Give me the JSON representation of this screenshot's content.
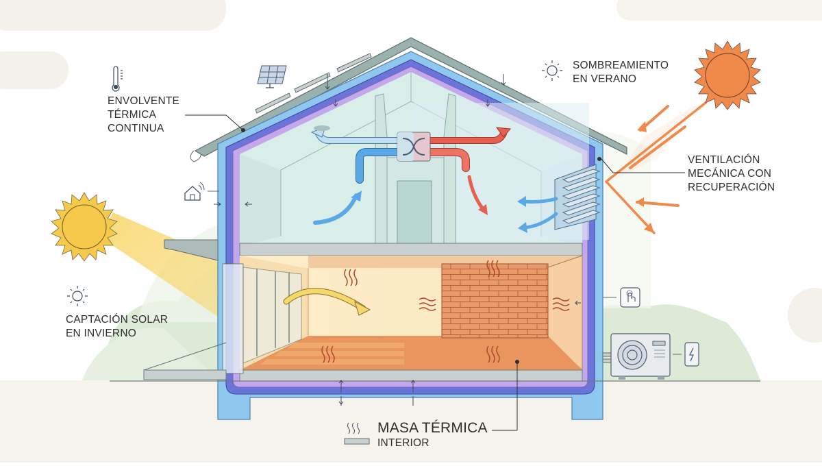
{
  "diagram": {
    "type": "house-cross-section",
    "theme": "passive-house-energy-efficiency",
    "colors": {
      "background": "#ffffff",
      "background_blob": "#f4f1ea",
      "vegetation": "#dcead6",
      "envelope_outer": "#8ec8ee",
      "envelope_mid": "#6b74d9",
      "envelope_inner": "#c5a7ec",
      "roof": "#9ab1ad",
      "upper_room": "#d9eee9",
      "lower_room": "#fbe9c7",
      "floor_warm": "#e9955e",
      "brick": "#e89a6b",
      "slab": "#c9d0d0",
      "cold_air": "#5aa9e6",
      "warm_air": "#e5604f",
      "sun_winter": "#f6c94a",
      "sun_summer": "#f08a4b",
      "sun_beam": "#f8d567",
      "text": "#2e2e2e"
    }
  },
  "labels": {
    "envelope": {
      "icon": "thermometer-icon",
      "lines": [
        "ENVOLVENTE",
        "TÉRMICA",
        "CONTINUA"
      ]
    },
    "shading": {
      "icon": "sun-outline-icon",
      "lines": [
        "SOMBREAMIENTO",
        "EN VERANO"
      ]
    },
    "ventilation": {
      "lines": [
        "VENTILACIÓN",
        "MECÁNICA CON",
        "RECUPERACIÓN"
      ]
    },
    "solar_gain": {
      "icon": "sun-outline-icon",
      "lines": [
        "CAPTACIÓN SOLAR",
        "EN INVIERNO"
      ]
    },
    "thermal_mass": {
      "icon": "heated-slab-icon",
      "title": "MASA TÉRMICA",
      "subtitle": "INTERIOR"
    }
  },
  "elements": {
    "winter_sun": "sun-icon",
    "summer_sun": "sun-icon",
    "solar_panel": "solar-panel-icon",
    "smart_home": "smart-home-icon",
    "touch_control": "touch-control-icon",
    "heat_pump": "heat-pump-outdoor-unit",
    "phone": "smartphone-energy-icon",
    "hrv_unit": "heat-recovery-exchanger",
    "louver": "exterior-shading-louver"
  }
}
